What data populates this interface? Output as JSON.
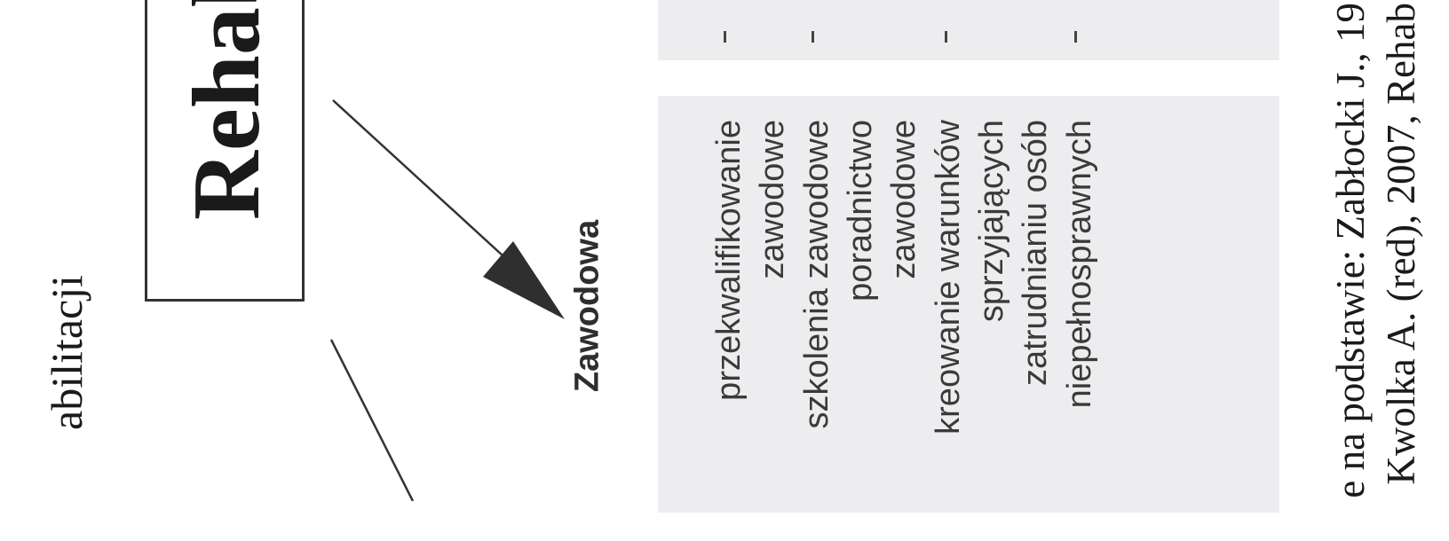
{
  "diagram": {
    "main_title": "Rehab",
    "side_caption": "abilitacji",
    "branch_label": "Zawodowa",
    "dashes": [
      "-",
      "-",
      "-",
      "-"
    ],
    "list_lines": [
      "przekwalifikowanie",
      "zawodowe",
      "szkolenia zawodowe",
      "poradnictwo",
      "zawodowe",
      "kreowanie warunków",
      "sprzyjających",
      "zatrudnianiu osób",
      "niepełnosprawnych"
    ],
    "source_lines": [
      "e na podstawie: Zabłocki J., 19",
      "Kwolka A. (red), 2007, Rehab"
    ]
  }
}
